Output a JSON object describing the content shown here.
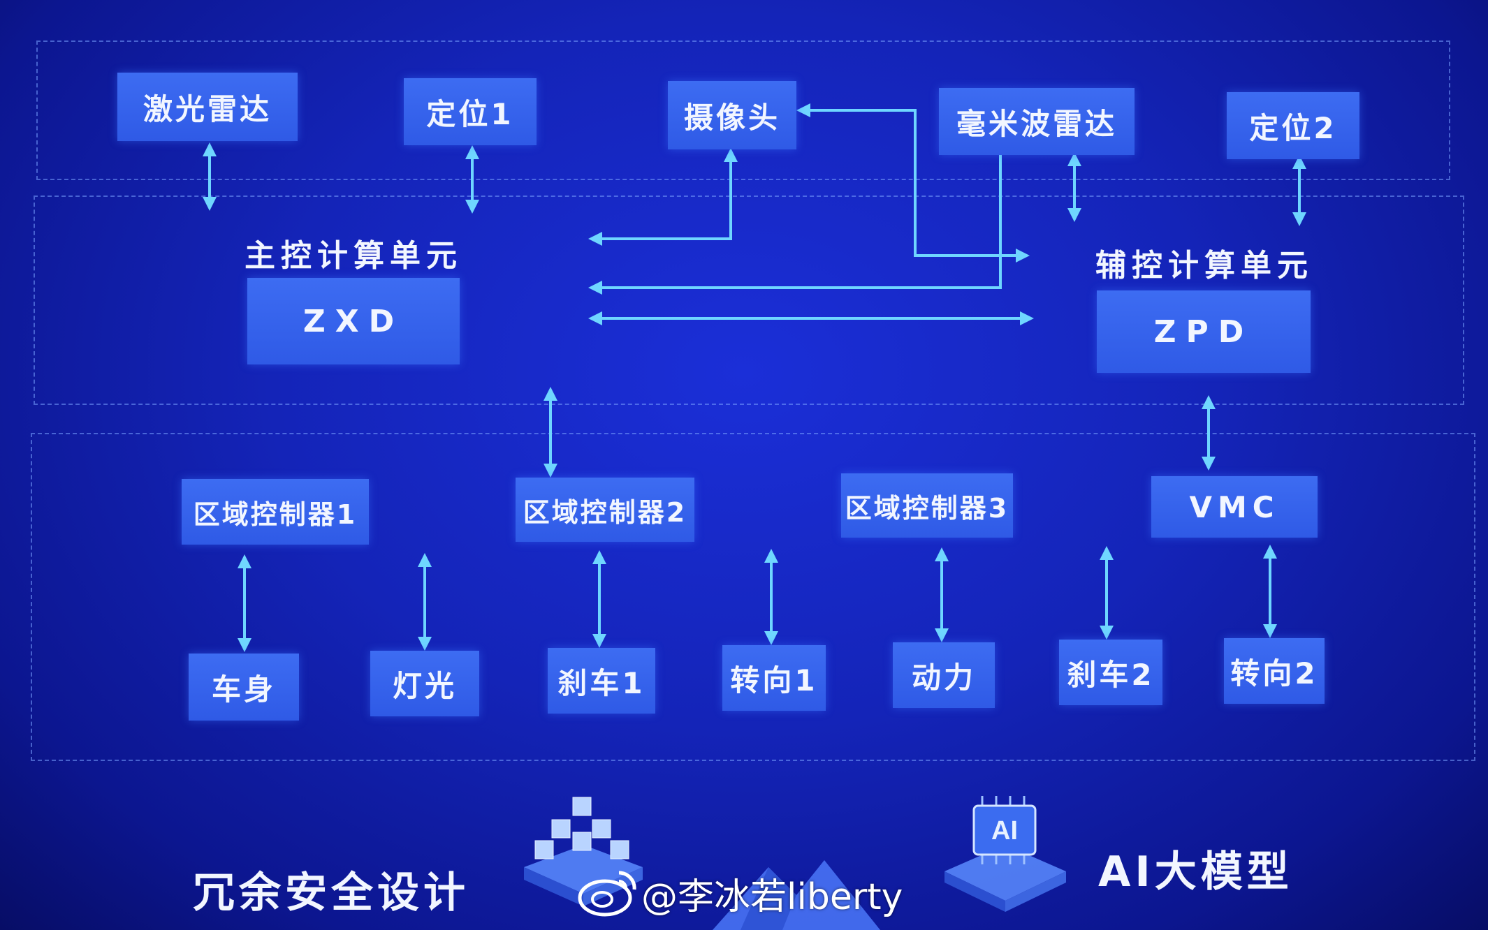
{
  "sensors": {
    "lidar": "激光雷达",
    "positioning1": "定位1",
    "camera": "摄像头",
    "mmwave_radar": "毫米波雷达",
    "positioning2": "定位2"
  },
  "main_unit": {
    "label": "主控计算单元",
    "chip": "ZXD"
  },
  "aux_unit": {
    "label": "辅控计算单元",
    "chip": "ZPD"
  },
  "controllers": {
    "zone1": "区域控制器1",
    "zone2": "区域控制器2",
    "zone3": "区域控制器3",
    "vmc": "VMC"
  },
  "actuators": {
    "body": "车身",
    "lights": "灯光",
    "brake1": "刹车1",
    "steer1": "转向1",
    "power": "动力",
    "brake2": "刹车2",
    "steer2": "转向2"
  },
  "footer": {
    "redundancy": "冗余安全设计",
    "ai_model": "AI大模型",
    "ai_badge": "AI"
  },
  "watermark": "@李冰若liberty",
  "icons": [
    "weibo-logo-icon",
    "cube-stack-icon",
    "ai-chip-icon",
    "mountain-icon"
  ],
  "colors": {
    "background": "#1424b8",
    "box": "#3260ea",
    "line": "#6fd6ff"
  }
}
